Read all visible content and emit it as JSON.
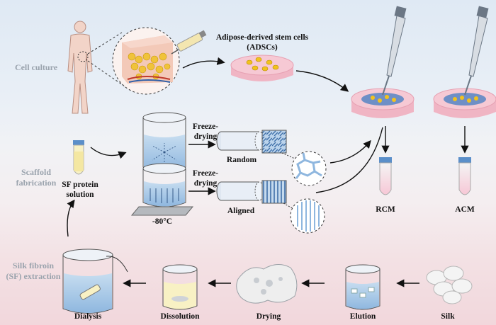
{
  "sections": {
    "cell_culture": "Cell culture",
    "scaffold_fabrication": "Scaffold fabrication",
    "sf_extraction": "Silk fibroin (SF) extraction"
  },
  "labels": {
    "adscs": "Adipose-derived stem cells (ADSCs)",
    "freeze_drying_top": "Freeze-drying",
    "freeze_drying_bottom": "Freeze-drying",
    "random": "Random",
    "aligned": "Aligned",
    "temperature": "-80°C",
    "sf_protein_solution": "SF protein solution",
    "rcm": "RCM",
    "acm": "ACM",
    "dialysis": "Dialysis",
    "dissolution": "Dissolution",
    "drying": "Drying",
    "elution": "Elution",
    "silk": "Silk"
  },
  "colors": {
    "cell_yellow": "#f2c21e",
    "dish_pink": "#f3b9c6",
    "water_blue": "#a8c9e6",
    "scaffold_blue": "#5b8fc9",
    "arrow": "#111111"
  }
}
